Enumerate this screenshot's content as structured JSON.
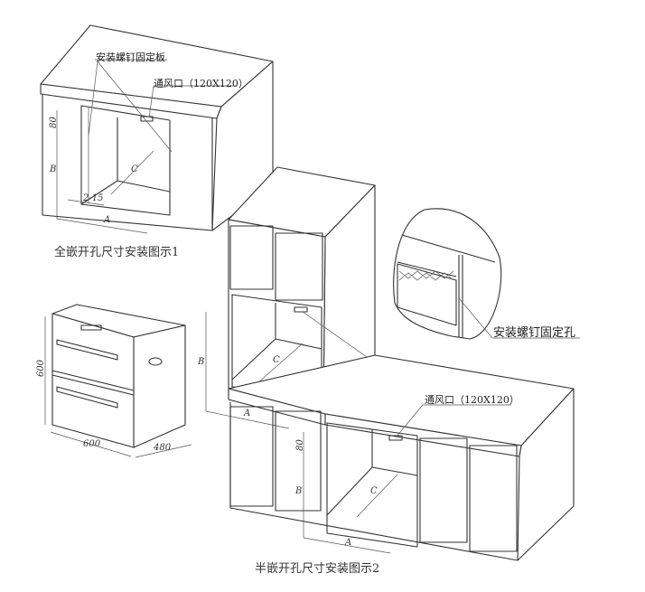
{
  "diagram1": {
    "caption": "全嵌开孔尺寸安装图示1",
    "label_screw_plate": "安装螺钉固定板",
    "label_vent": "通风口（120X120）",
    "dim_80": "80",
    "dim_b": "B",
    "dim_c": "C",
    "dim_gap": "2-15",
    "dim_a": "A"
  },
  "appliance": {
    "dim_height": "600",
    "dim_width": "600",
    "dim_depth": "480"
  },
  "diagram2": {
    "caption": "半嵌开孔尺寸安装图示2",
    "label_screw_hole": "安装螺钉固定孔",
    "label_vent": "通风口（120X120）",
    "upper_dim_b": "B",
    "upper_dim_c": "C",
    "upper_dim_a": "A",
    "lower_dim_80": "80",
    "lower_dim_b": "B",
    "lower_dim_c": "C",
    "lower_dim_a": "A"
  }
}
